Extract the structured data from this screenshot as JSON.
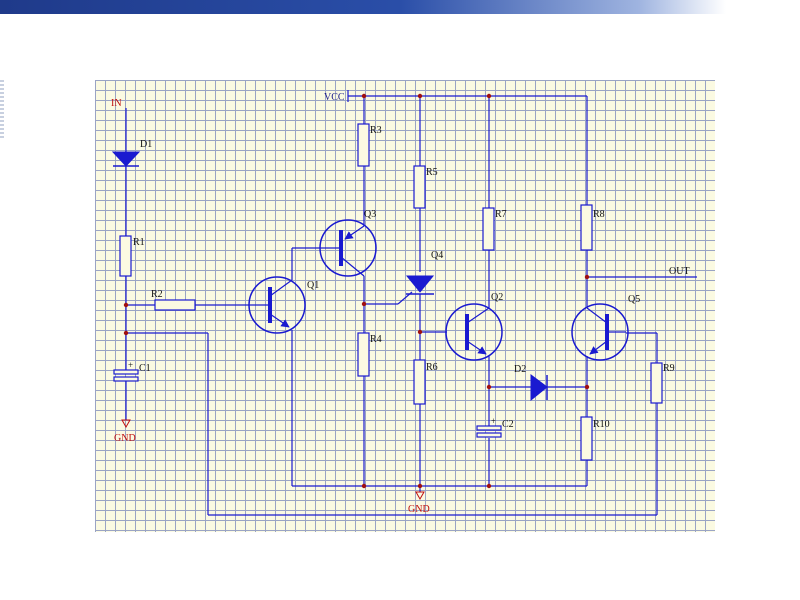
{
  "labels": {
    "input": "IN",
    "vcc": "VCC",
    "gnd_left": "GND",
    "gnd_bottom": "GND",
    "output": "OUT"
  },
  "components": {
    "D1": "D1",
    "D2": "D2",
    "R1": "R1",
    "R2": "R2",
    "R3": "R3",
    "R4": "R4",
    "R5": "R5",
    "R6": "R6",
    "R7": "R7",
    "R8": "R8",
    "R9": "R9",
    "R10": "R10",
    "C1": "C1",
    "C2": "C2",
    "Q1": "Q1",
    "Q2": "Q2",
    "Q3": "Q3",
    "Q4": "Q4",
    "Q5": "Q5"
  },
  "polarity_marks": {
    "C1": "+",
    "C2": "+"
  },
  "colors": {
    "wire": "#1a1ad0",
    "junction": "#a01010",
    "sheet": "#fbfae2",
    "grid": "#9aa4c4",
    "ground_label": "#c01010",
    "title_bar": "#1f3a8a"
  }
}
